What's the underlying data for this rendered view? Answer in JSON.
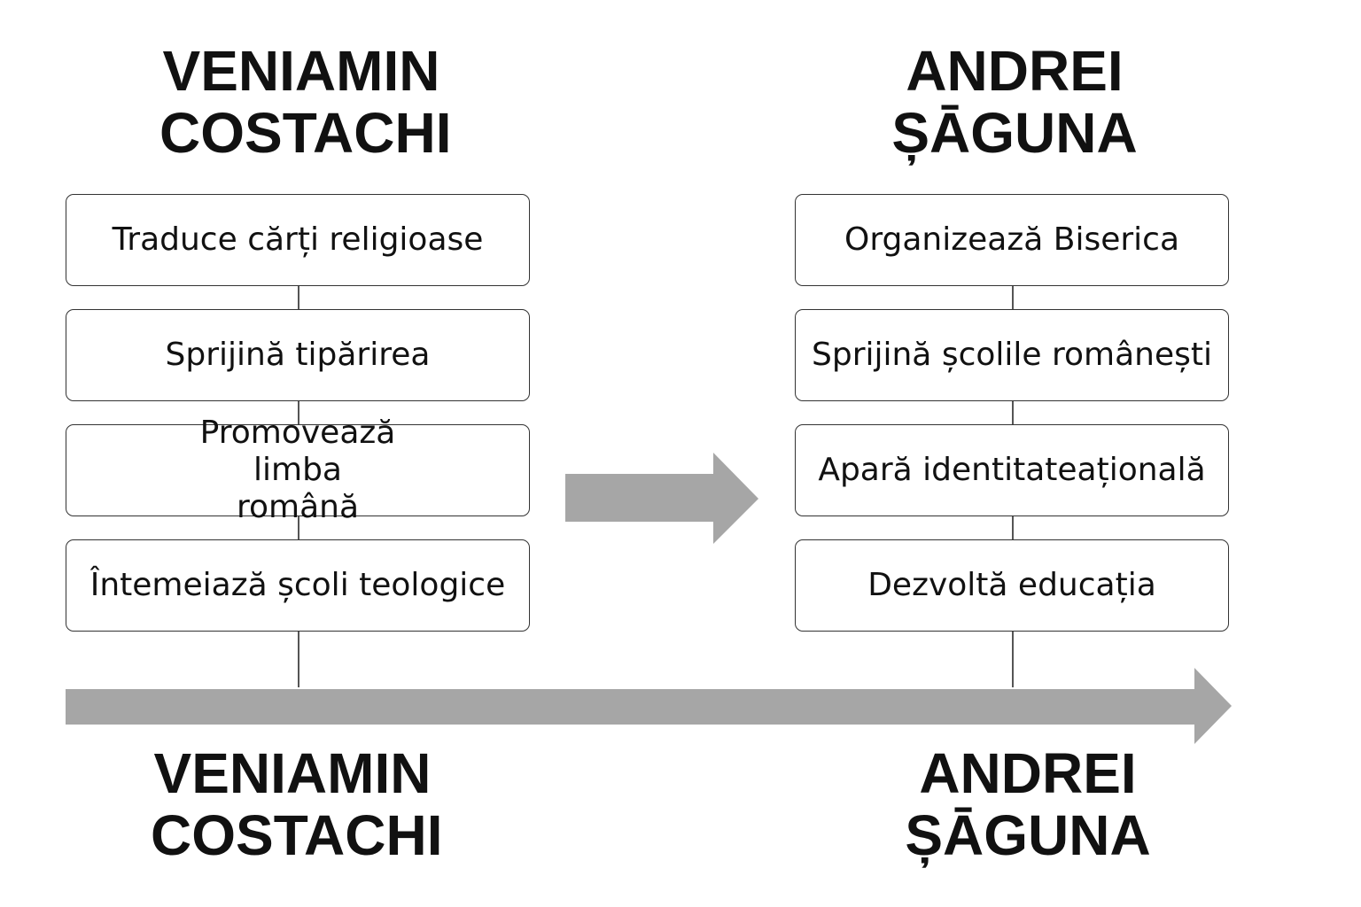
{
  "colors": {
    "arrow": "#a6a6a6",
    "text": "#111111",
    "border": "#333333"
  },
  "top_titles": {
    "left": {
      "line1": "VENIAMIN",
      "line2": "COSTACHI"
    },
    "right": {
      "line1": "ANDREI",
      "line2": "ȘĀGUNA"
    }
  },
  "left_column": {
    "items": [
      "Traduce cărți religioase",
      "Sprijină tipărirea",
      "Promovează limba română",
      "Întemeiază școli teologice"
    ]
  },
  "right_column": {
    "items": [
      "Organizează Biserica",
      "Sprijină școlile românești",
      "Apară identitateațională",
      "Dezvoltă educația"
    ]
  },
  "bottom_titles": {
    "left": {
      "line1": "VENIAMIN",
      "line2": "COSTACHI"
    },
    "right": {
      "line1": "ANDREI",
      "line2": "ȘĀGUNA"
    }
  }
}
